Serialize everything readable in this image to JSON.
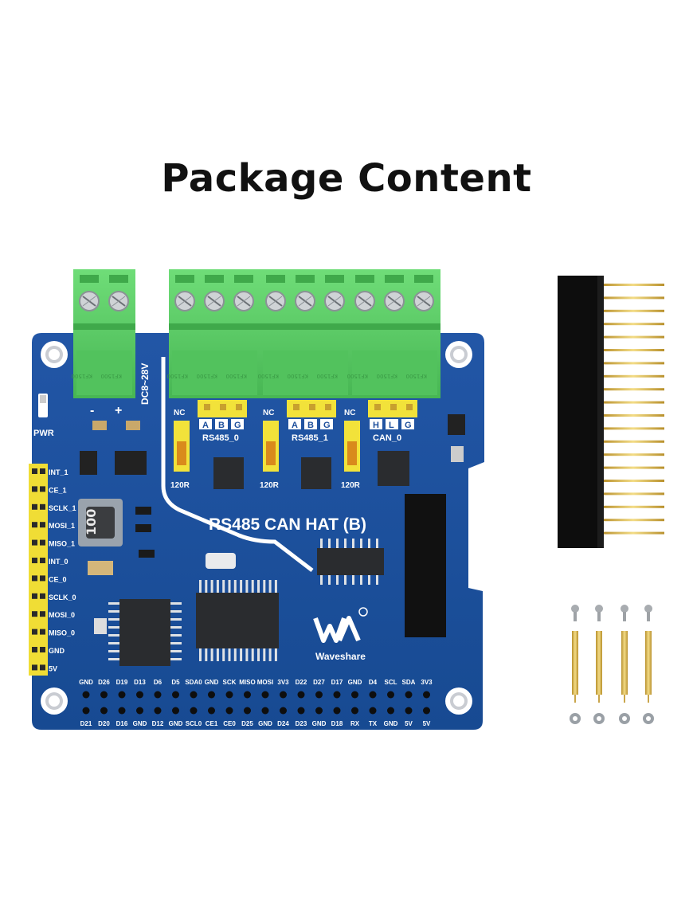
{
  "title": "Package Content",
  "board": {
    "name": "RS485 CAN HAT (B)",
    "brand": "Waveshare",
    "power_label": "DC8~28V",
    "pwr_led": "PWR",
    "minus": "-",
    "plus": "+",
    "left_pins": [
      "INT_1",
      "CE_1",
      "SCLK_1",
      "MOSI_1",
      "MISO_1",
      "INT_0",
      "CE_0",
      "SCLK_0",
      "MOSI_0",
      "MISO_0",
      "GND",
      "5V"
    ],
    "ports": [
      {
        "name": "RS485_0",
        "pins": [
          "A",
          "B",
          "G"
        ],
        "nc": "NC",
        "term": "120R"
      },
      {
        "name": "RS485_1",
        "pins": [
          "A",
          "B",
          "G"
        ],
        "nc": "NC",
        "term": "120R"
      },
      {
        "name": "CAN_0",
        "pins": [
          "H",
          "L",
          "G"
        ],
        "nc": "NC",
        "term": "120R"
      }
    ],
    "gpio_top": [
      "GND",
      "D26",
      "D19",
      "D13",
      "D6",
      "D5",
      "SDA0",
      "GND",
      "SCK",
      "MISO",
      "MOSI",
      "3V3",
      "D22",
      "D27",
      "D17",
      "GND",
      "D4",
      "SCL",
      "SDA",
      "3V3"
    ],
    "gpio_bottom": [
      "D21",
      "D20",
      "D16",
      "GND",
      "D12",
      "GND",
      "SCL0",
      "CE1",
      "CE0",
      "D25",
      "GND",
      "D24",
      "D23",
      "GND",
      "D18",
      "RX",
      "TX",
      "GND",
      "5V",
      "5V"
    ],
    "inductor": "100",
    "terminal_mark": "KF1500"
  },
  "colors": {
    "pcb": "#1d4f9c",
    "terminal": "#5fd06a",
    "header": "#f2e23a",
    "gold": "#d9b54a"
  }
}
